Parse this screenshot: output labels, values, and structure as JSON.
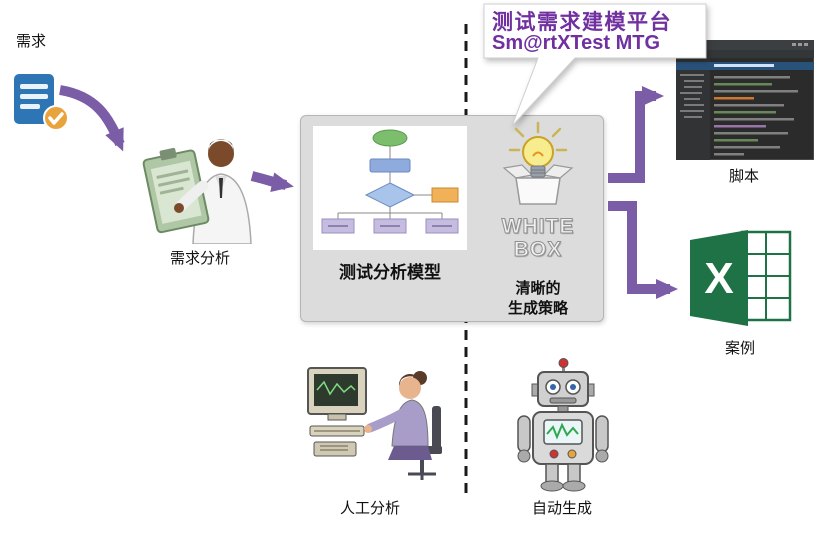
{
  "callout": {
    "title": "测试需求建模平台",
    "subtitle": "Sm@rtXTest MTG"
  },
  "left_flow": {
    "requirement_label": "需求",
    "requirement_analysis_label": "需求分析"
  },
  "process_box": {
    "model_label": "测试分析模型",
    "white_box_line1": "WHITE",
    "white_box_line2": "BOX",
    "strategy_line1": "清晰的",
    "strategy_line2": "生成策略"
  },
  "outputs": {
    "script_label": "脚本",
    "case_label": "案例",
    "excel_letter": "X"
  },
  "bottom": {
    "manual_label": "人工分析",
    "auto_label": "自动生成"
  },
  "icons": [
    "requirement-document-icon",
    "check-icon",
    "analyst-illustration",
    "flowchart-icon",
    "lightbulb-icon",
    "code-editor-screenshot",
    "excel-icon",
    "person-at-computer-illustration",
    "robot-illustration"
  ],
  "colors": {
    "arrow_purple": "#7B5CA6",
    "callout_purple": "#7030A0",
    "box_gray": "#DCDCDC",
    "excel_green": "#1E7245",
    "doc_blue": "#2E75B6",
    "check_orange": "#E8A33D",
    "bulb_yellow": "#F7EC8E",
    "flow_green": "#7DBE6E",
    "divider_black": "#1A1A1A"
  }
}
